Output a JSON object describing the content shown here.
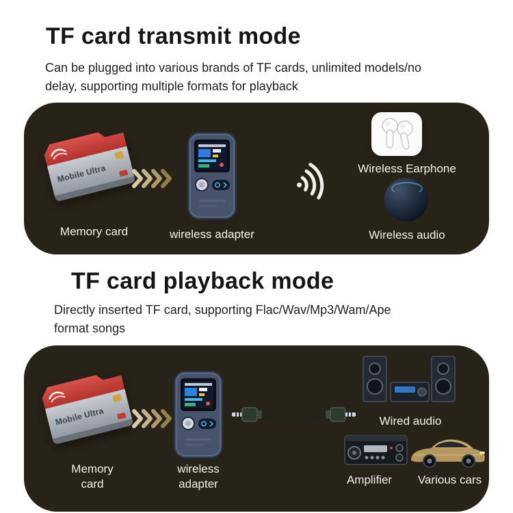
{
  "sections": [
    {
      "title": "TF card transmit mode",
      "description": "Can be plugged into various brands of TF cards, unlimited models/no\ndelay, supporting multiple formats for playback",
      "labels": {
        "memory_card": "Memory card",
        "adapter": "wireless adapter",
        "earphone": "Wireless Earphone",
        "audio": "Wireless audio"
      }
    },
    {
      "title": "TF card playback mode",
      "description": "Directly inserted TF card, supporting Flac/Wav/Mp3/Wam/Ape\nformat songs",
      "labels": {
        "memory_card": "Memory\ncard",
        "adapter": "wireless\nadapter",
        "wired_audio": "Wired audio",
        "amplifier": "Amplifier",
        "cars": "Various cars"
      }
    }
  ],
  "memory_card": {
    "brand": "Mobile Ultra"
  },
  "colors": {
    "panel_background": "#282318",
    "label_text": "#f3f1ea",
    "arrow_gold": "#c3b183",
    "card_red": "#c23c33",
    "title_text": "#151515"
  }
}
